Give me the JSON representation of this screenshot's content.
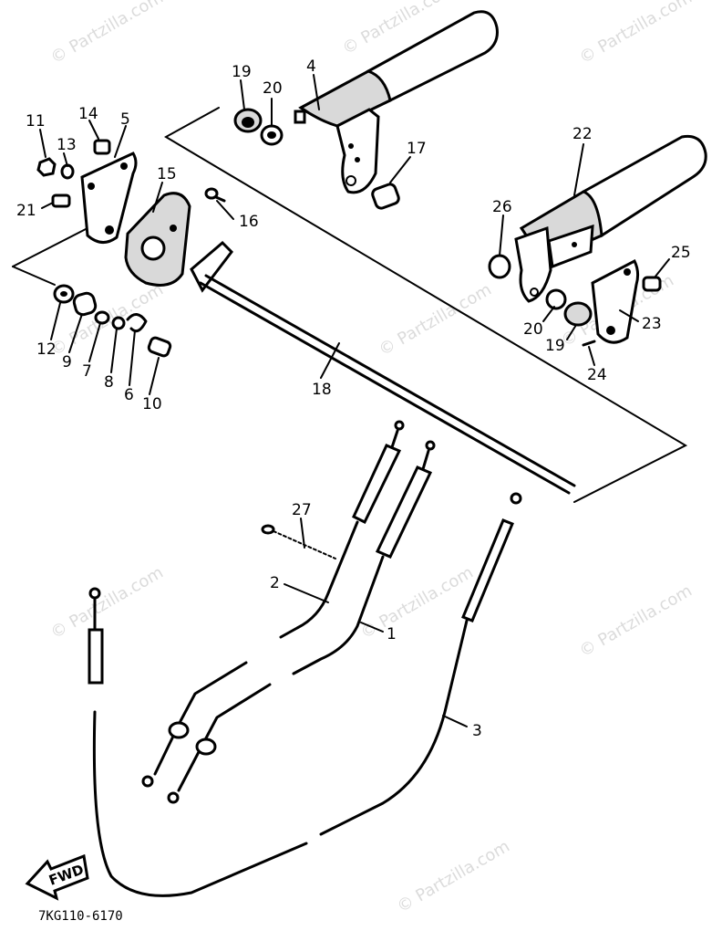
{
  "watermark": {
    "text": "© Partzilla.com"
  },
  "diagram_code": "7KG110-6170",
  "fwd_label": "FWD",
  "callouts": {
    "c1": "1",
    "c2": "2",
    "c3": "3",
    "c4": "4",
    "c5": "5",
    "c6": "6",
    "c7": "7",
    "c8": "8",
    "c9": "9",
    "c10": "10",
    "c11": "11",
    "c12": "12",
    "c13": "13",
    "c14": "14",
    "c15": "15",
    "c16": "16",
    "c17": "17",
    "c18": "18",
    "c19a": "19",
    "c19b": "19",
    "c20a": "20",
    "c20b": "20",
    "c21": "21",
    "c22": "22",
    "c23": "23",
    "c24": "24",
    "c25": "25",
    "c26": "26",
    "c27": "27"
  }
}
